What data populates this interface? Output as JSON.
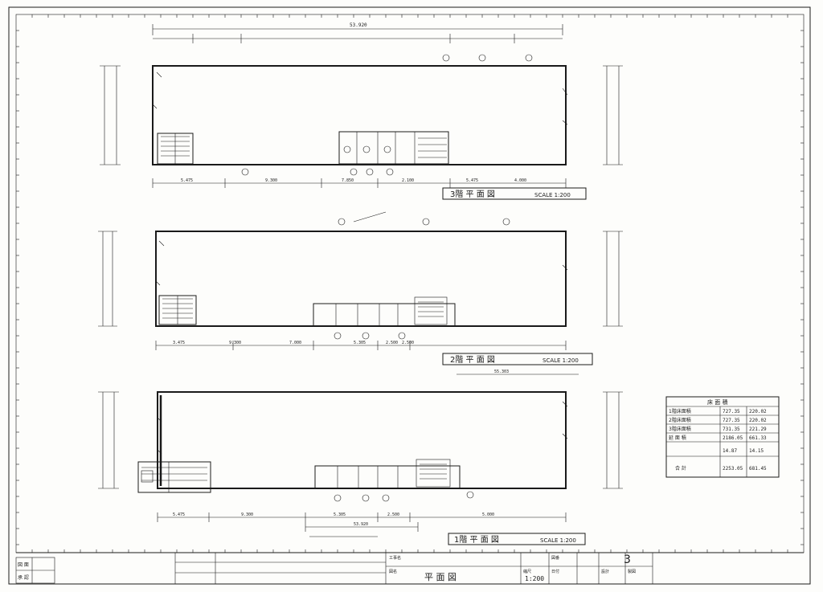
{
  "drawing": {
    "sheet_number": "3",
    "title": "平 面 図",
    "scale": "1:200"
  },
  "plans": [
    {
      "caption": "3階 平 面 図",
      "scale_label": "SCALE 1:200",
      "overall_dim": "53.920"
    },
    {
      "caption": "2階 平 面 図",
      "scale_label": "SCALE 1:200",
      "overall_dim": "55.303"
    },
    {
      "caption": "1階 平 面 図",
      "scale_label": "SCALE 1:200",
      "overall_dim": "53.920"
    }
  ],
  "dimensions": {
    "plan1_bottom": [
      "5.475",
      "9.300",
      "7.850",
      "2.100",
      "5.475",
      "4.000"
    ],
    "plan2_bottom": [
      "3.475",
      "9.300",
      "7.000",
      "5.305",
      "2.500",
      "2.500"
    ],
    "plan3_bottom": [
      "5.475",
      "9.300",
      "5.305",
      "2.500",
      "5.000"
    ],
    "plan3_total": "53.920"
  },
  "area_table": {
    "header": "床 面 積",
    "rows": [
      {
        "label": "1階床面積",
        "v1": "727.35",
        "v2": "220.02"
      },
      {
        "label": "2階床面積",
        "v1": "727.35",
        "v2": "220.02"
      },
      {
        "label": "3階床面積",
        "v1": "731.35",
        "v2": "221.29"
      },
      {
        "label": "延 面 積",
        "v1": "2186.05",
        "v2": "661.33"
      }
    ],
    "extra_row": {
      "v1": "14.87",
      "v2": "14.15"
    },
    "total": {
      "label": "合 計",
      "v1": "2253.05",
      "v2": "681.45"
    }
  },
  "title_block": {
    "stamp_labels": [
      "図 面",
      "承 認"
    ],
    "project_label": "工事名",
    "name_label": "図名",
    "scale_label": "縮尺",
    "number_label": "図番",
    "date_label": "日付",
    "design_label": "設計",
    "check_label": "製図"
  }
}
